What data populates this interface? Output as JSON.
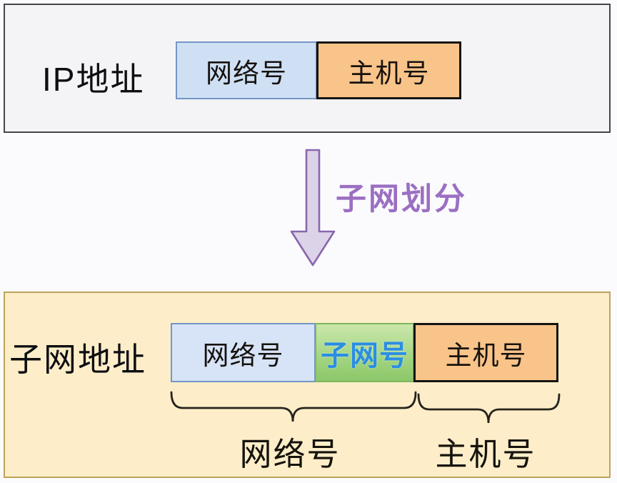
{
  "ip_panel": {
    "title": "IP地址",
    "fields": [
      {
        "label": "网络号",
        "role": "network-number"
      },
      {
        "label": "主机号",
        "role": "host-number"
      }
    ]
  },
  "transform": {
    "label": "子网划分",
    "arrow_direction": "down"
  },
  "subnet_panel": {
    "title": "子网地址",
    "fields": [
      {
        "label": "网络号",
        "role": "network-number"
      },
      {
        "label": "子网号",
        "role": "subnet-number"
      },
      {
        "label": "主机号",
        "role": "host-number"
      }
    ],
    "braces": [
      {
        "label": "网络号",
        "covers": [
          "网络号",
          "子网号"
        ]
      },
      {
        "label": "主机号",
        "covers": [
          "主机号"
        ]
      }
    ]
  },
  "colors": {
    "page_background": "#fbfbfd",
    "ip_panel_fill": "#f4f4f6",
    "ip_panel_border": "#45454d",
    "network_box_fill": "#cfe0f5",
    "network_box_border": "#7496c4",
    "host_box_fill": "#f9c489",
    "host_box_border": "#161413",
    "subnet_box_fill": "#a5d684",
    "subnet_box_border": "#7fb65e",
    "subnet_text": "#2a8ee2",
    "subnet_panel_fill": "#fdeec9",
    "subnet_panel_border": "#bfa35c",
    "arrow_fill": "#dcd3e8",
    "arrow_stroke": "#8a67ad",
    "transform_text": "#9b6fc2",
    "brace_stroke": "#26241d",
    "text_black": "#0e0e12"
  }
}
